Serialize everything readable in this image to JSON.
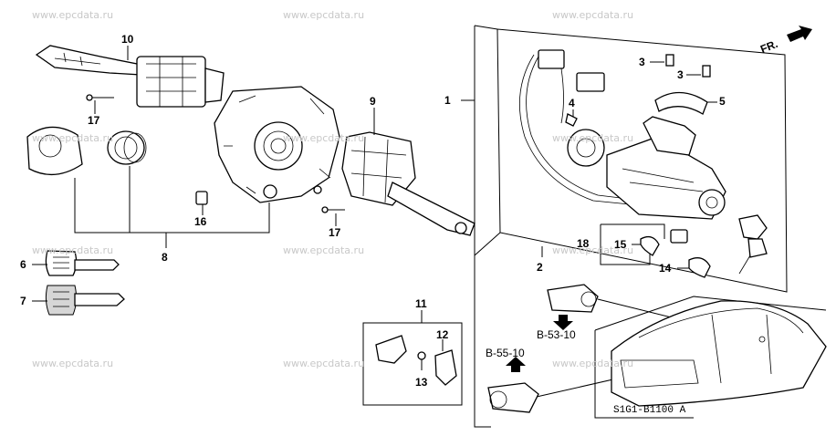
{
  "watermarks": [
    "www.epcdata.ru",
    "www.epcdata.ru",
    "www.epcdata.ru",
    "www.epcdata.ru",
    "www.epcdata.ru",
    "www.epcdata.ru",
    "www.epcdata.ru",
    "www.epcdata.ru",
    "www.epcdata.ru",
    "www.epcdata.ru",
    "www.epcdata.ru",
    "www.epcdata.ru"
  ],
  "callouts": {
    "c1": "1",
    "c2": "2",
    "c3a": "3",
    "c3b": "3",
    "c4": "4",
    "c5": "5",
    "c6": "6",
    "c7": "7",
    "c8": "8",
    "c9": "9",
    "c10": "10",
    "c11": "11",
    "c12": "12",
    "c13": "13",
    "c14": "14",
    "c15": "15",
    "c16": "16",
    "c17a": "17",
    "c17b": "17",
    "c18": "18"
  },
  "refs": {
    "b53": "B-53-10",
    "b55": "B-55-10"
  },
  "direction_label": "FR.",
  "diagram_code": "S1G1-B1100 A"
}
